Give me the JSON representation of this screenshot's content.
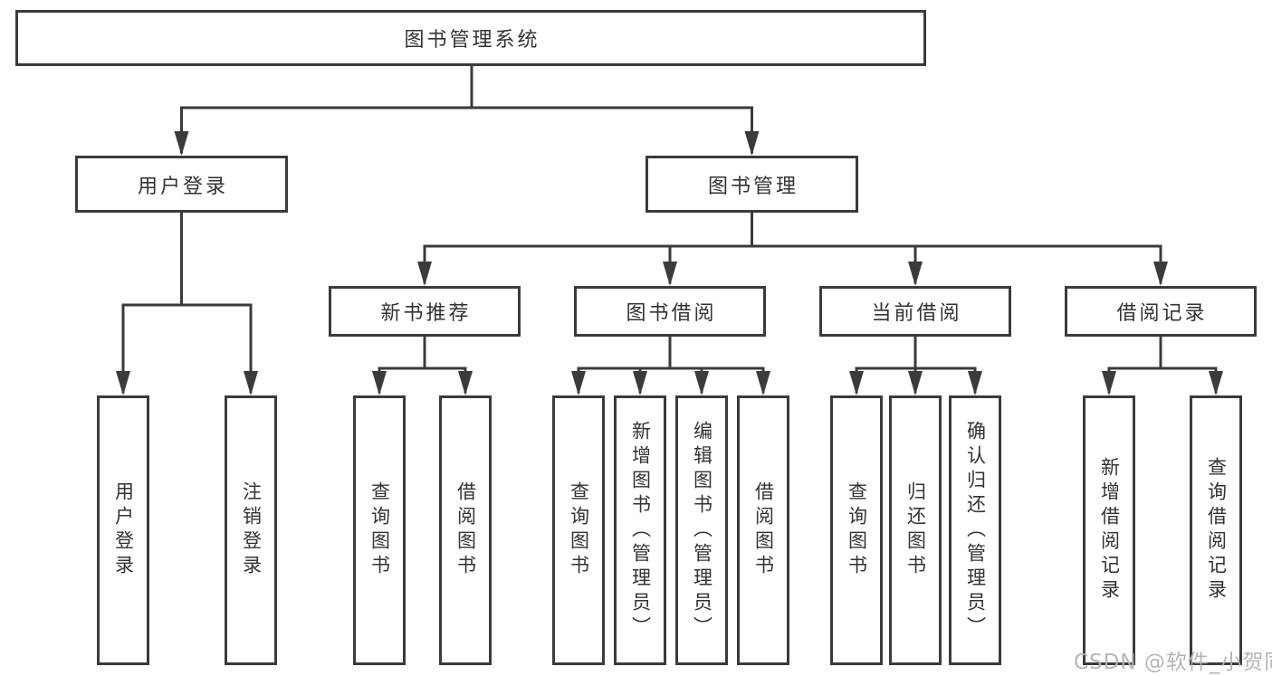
{
  "diagram": {
    "root": {
      "label": "图书管理系统"
    },
    "branches": [
      {
        "label": "用户登录",
        "children": [
          {
            "label": "用户登录"
          },
          {
            "label": "注销登录"
          }
        ]
      },
      {
        "label": "图书管理",
        "children": [
          {
            "label": "新书推荐",
            "children": [
              {
                "label": "查询图书"
              },
              {
                "label": "借阅图书"
              }
            ]
          },
          {
            "label": "图书借阅",
            "children": [
              {
                "label": "查询图书"
              },
              {
                "label": "新增图书（管理员）"
              },
              {
                "label": "编辑图书（管理员）"
              },
              {
                "label": "借阅图书"
              }
            ]
          },
          {
            "label": "当前借阅",
            "children": [
              {
                "label": "查询图书"
              },
              {
                "label": "归还图书"
              },
              {
                "label": "确认归还（管理员）"
              }
            ]
          },
          {
            "label": "借阅记录",
            "children": [
              {
                "label": "新增借阅记录"
              },
              {
                "label": "查询借阅记录"
              }
            ]
          }
        ]
      }
    ]
  },
  "watermark": {
    "text": "CSDN @软件_小贺同学"
  },
  "colors": {
    "line": "#3b3b3b",
    "box_border": "#3b3b3b",
    "box_fill": "#ffffff",
    "text": "#333333",
    "background": "#ffffff",
    "watermark": "#b2b2b2"
  }
}
